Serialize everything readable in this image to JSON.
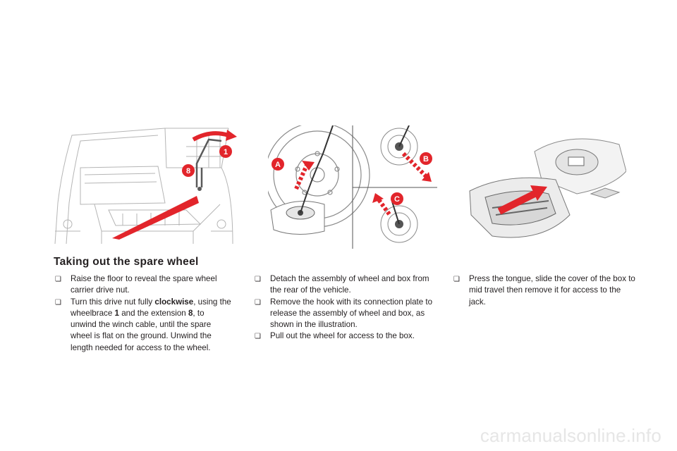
{
  "section": {
    "title": "Taking out the spare wheel"
  },
  "illustrations": {
    "boot": {
      "callouts": [
        "1",
        "8"
      ]
    },
    "wheel": {
      "callouts": [
        "A",
        "B",
        "C"
      ]
    },
    "box": {}
  },
  "columns": [
    {
      "items": [
        {
          "parts": [
            "Raise the floor to reveal the spare wheel carrier drive nut."
          ]
        },
        {
          "parts": [
            "Turn this drive nut fully ",
            "clockwise",
            ", using the wheelbrace ",
            "1",
            " and the extension ",
            "8",
            ", to unwind the winch cable, until the spare wheel is flat on the ground. Unwind the length needed for access to the wheel."
          ]
        }
      ]
    },
    {
      "items": [
        {
          "parts": [
            "Detach the assembly of wheel and box from the rear of the vehicle."
          ]
        },
        {
          "parts": [
            "Remove the hook with its connection plate to release the assembly of wheel and box, as shown in the illustration."
          ]
        },
        {
          "parts": [
            "Pull out the wheel for access to the box."
          ]
        }
      ]
    },
    {
      "items": [
        {
          "parts": [
            "Press the tongue, slide the cover of the box to mid travel then remove it for access to the jack."
          ]
        }
      ]
    }
  ],
  "watermark": "carmanualsonline.info",
  "colors": {
    "accent": "#e2252b",
    "line": "#9a9a9a",
    "text": "#231f20"
  }
}
